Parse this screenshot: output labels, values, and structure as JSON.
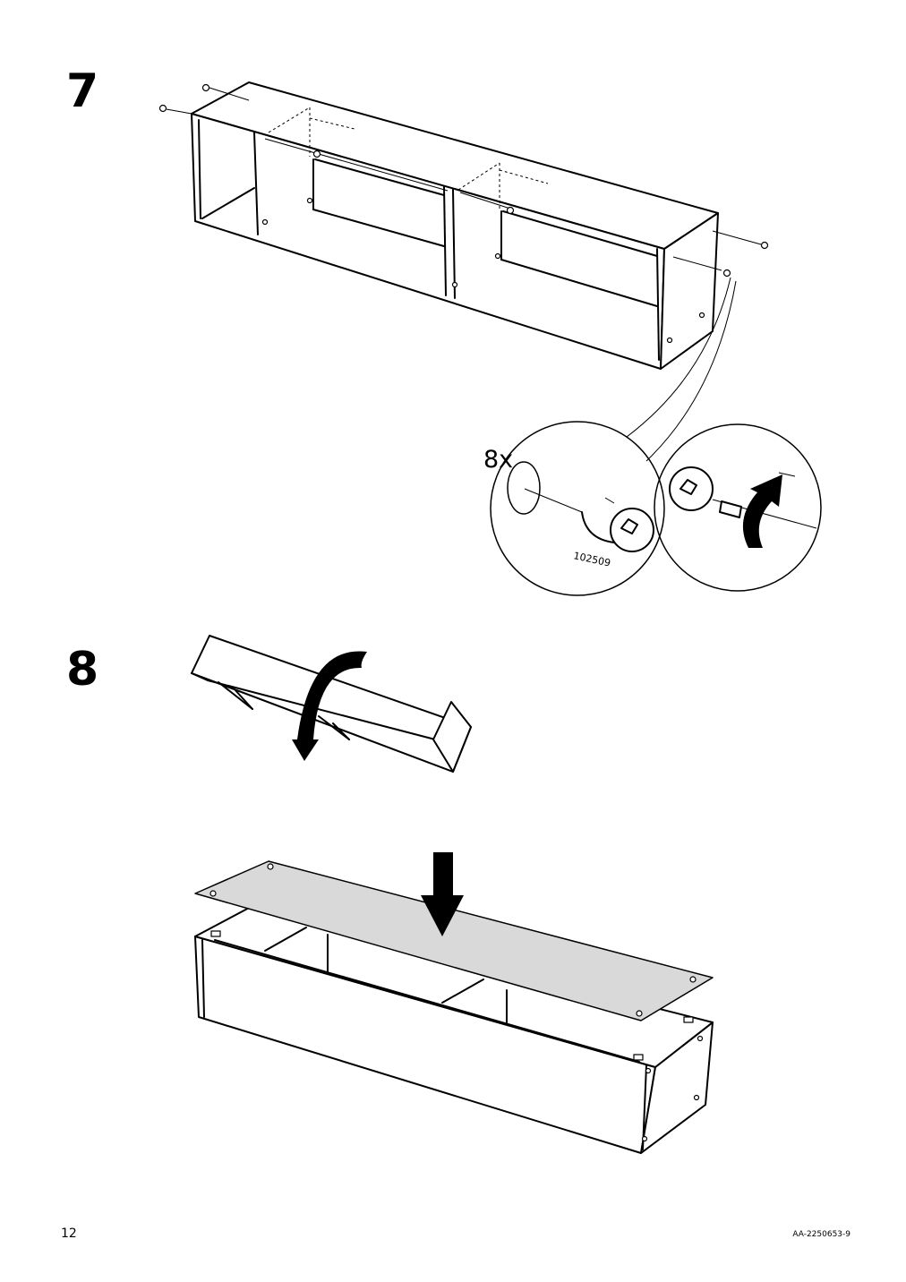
{
  "steps": [
    {
      "number": "7"
    },
    {
      "number": "8"
    }
  ],
  "step7": {
    "quantity_label": "8x",
    "part_number": "102509"
  },
  "footer": {
    "page_number": "12",
    "document_code": "AA-2250653-9"
  }
}
